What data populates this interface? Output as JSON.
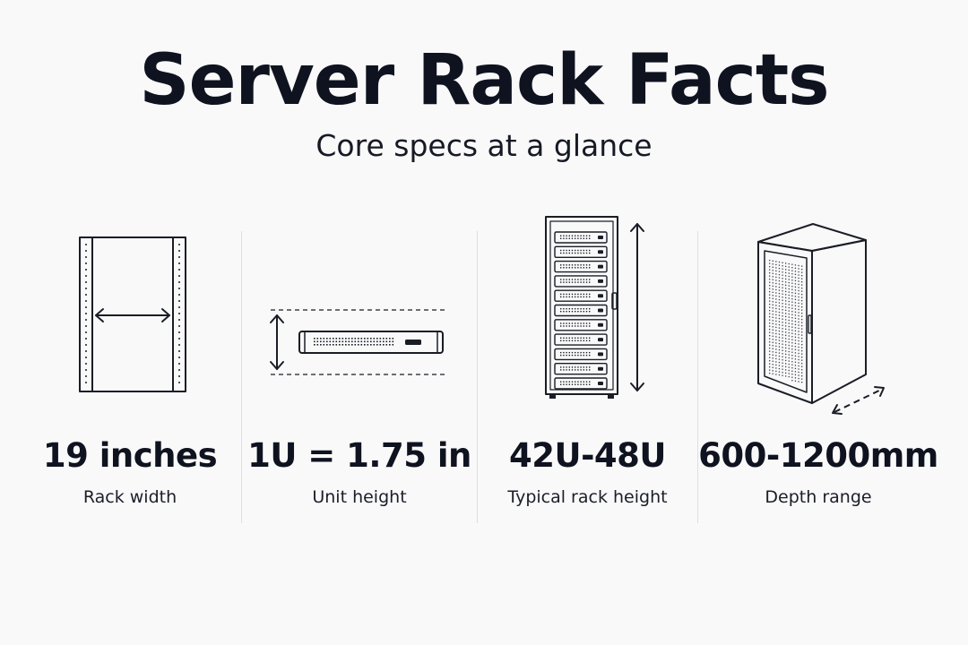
{
  "title": "Server Rack Facts",
  "subtitle": "Core specs at a glance",
  "facts": [
    {
      "value": "19 inches",
      "label": "Rack width",
      "icon": "rack-width-icon"
    },
    {
      "value": "1U = 1.75 in",
      "label": "Unit height",
      "icon": "rack-unit-server-icon"
    },
    {
      "value": "42U-48U",
      "label": "Typical rack height",
      "icon": "server-rack-tower-icon"
    },
    {
      "value": "600-1200mm",
      "label": "Depth range",
      "icon": "rack-cabinet-depth-icon"
    }
  ]
}
